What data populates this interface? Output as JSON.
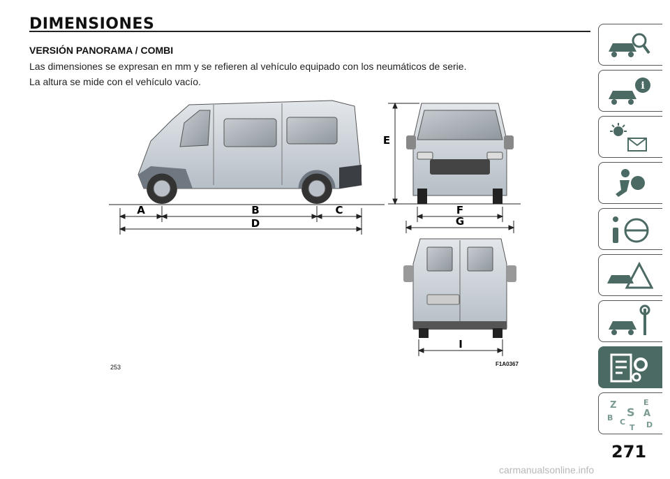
{
  "page": {
    "title": "DIMENSIONES",
    "subtitle": "VERSIÓN PANORAMA / COMBI",
    "paragraphs": [
      "Las dimensiones se expresan en mm y se refieren al vehículo equipado con los neumáticos de serie.",
      "La altura se mide con el vehículo vacío."
    ],
    "page_number": "271",
    "watermark": "carmanualsonline.info"
  },
  "figure": {
    "number": "253",
    "code": "F1A0367",
    "labels": {
      "A": "A",
      "B": "B",
      "C": "C",
      "D": "D",
      "E": "E",
      "F": "F",
      "G": "G",
      "I": "I"
    }
  },
  "sidebar": {
    "tabs": [
      {
        "icon": "dashboard-search-icon",
        "active": false
      },
      {
        "icon": "car-info-icon",
        "active": false
      },
      {
        "icon": "lights-message-icon",
        "active": false
      },
      {
        "icon": "airbag-safety-icon",
        "active": false
      },
      {
        "icon": "starting-driving-icon",
        "active": false
      },
      {
        "icon": "emergency-icon",
        "active": false
      },
      {
        "icon": "maintenance-icon",
        "active": false
      },
      {
        "icon": "technical-data-icon",
        "active": true
      },
      {
        "icon": "index-icon",
        "active": false
      }
    ],
    "index_letters": [
      "Z",
      "E",
      "B",
      "A",
      "C",
      "D",
      "T",
      "S"
    ]
  },
  "colors": {
    "accent": "#4c6a64",
    "van_body": "#c9cfd6",
    "glass": "#9aa3ab"
  }
}
